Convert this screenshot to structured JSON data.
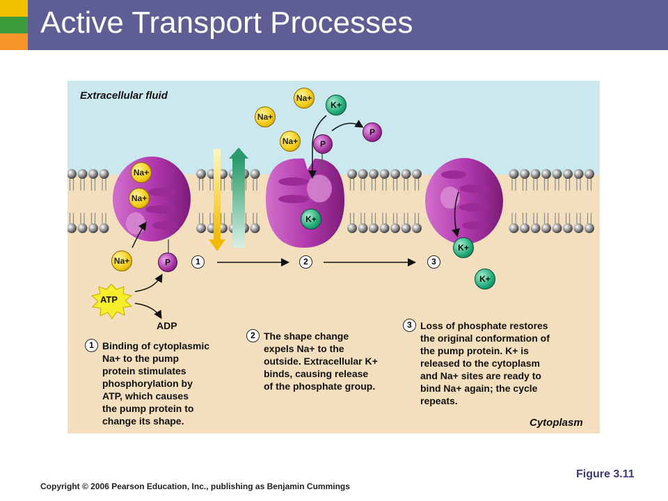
{
  "slide": {
    "title": "Active Transport Processes",
    "figure_label": "Figure 3.11",
    "copyright": "Copyright © 2006 Pearson Education, Inc., publishing as Benjamin Cummings",
    "accent_colors": {
      "title_bar": "#5e5e94",
      "stripe_yellow": "#f2c200",
      "stripe_green": "#3a9b3a",
      "stripe_orange": "#f7962a"
    }
  },
  "diagram": {
    "extracellular_label": "Extracellular fluid",
    "cytoplasm_label": "Cytoplasm",
    "atp_label": "ATP",
    "adp_label": "ADP",
    "ion_labels": {
      "sodium": "Na+",
      "potassium": "K+",
      "phosphate": "P"
    },
    "step_numbers": [
      "1",
      "2",
      "3"
    ],
    "steps": [
      {
        "number": "1",
        "lines": [
          "Binding of cytoplasmic",
          "Na+ to the pump",
          "protein stimulates",
          "phosphorylation by",
          "ATP, which causes",
          "the pump protein to",
          "change its shape."
        ]
      },
      {
        "number": "2",
        "lines": [
          "The shape change",
          "expels Na+ to the",
          "outside. Extracellular K+",
          "binds, causing release",
          "of the phosphate group."
        ]
      },
      {
        "number": "3",
        "lines": [
          "Loss of phosphate restores",
          "the original conformation of",
          "the pump protein. K+ is",
          "released to the cytoplasm",
          "and Na+ sites are ready to",
          "bind Na+ again; the cycle",
          "repeats."
        ]
      }
    ],
    "colors": {
      "extracellular": "#cbe8ef",
      "cytoplasm": "#f3dfbd",
      "pump": "#b43ab0",
      "sodium": "#f2c80f",
      "potassium": "#1fa877",
      "phosphate": "#a0309c"
    }
  }
}
